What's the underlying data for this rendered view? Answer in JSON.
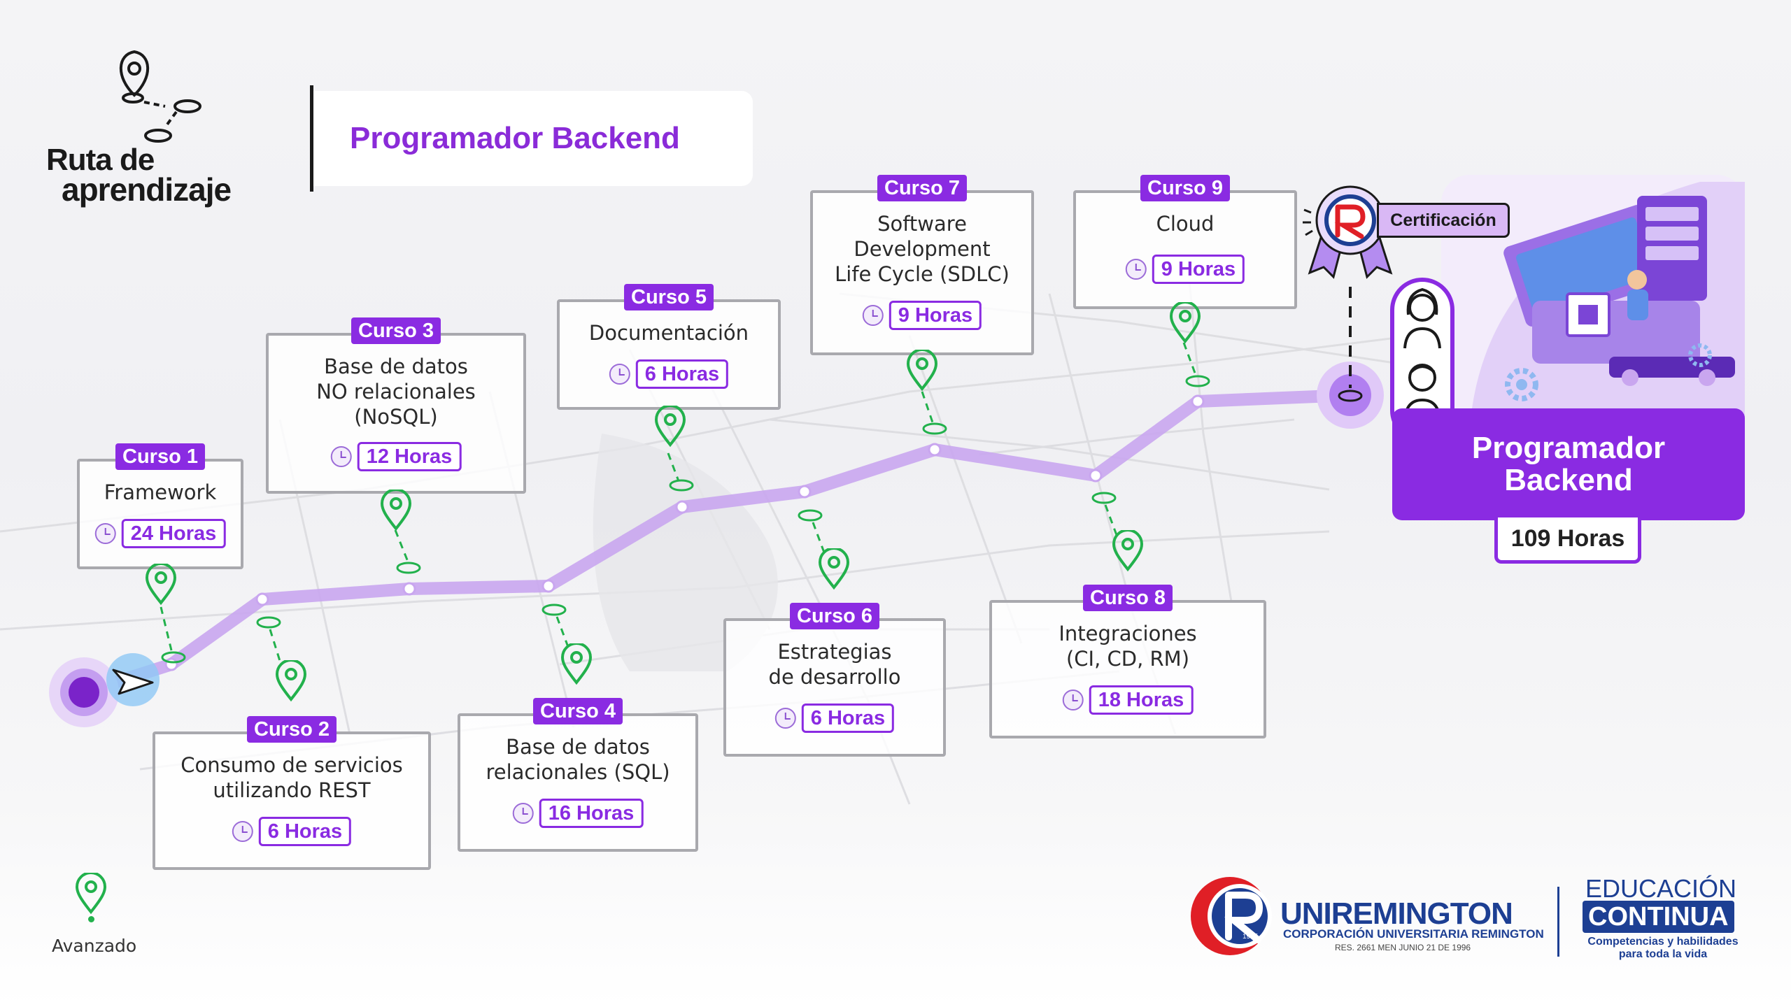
{
  "header": {
    "logo_line1": "Ruta de",
    "logo_line2": "aprendizaje",
    "title": "Programador Backend"
  },
  "courses": [
    {
      "tag": "Curso 1",
      "name": "Framework",
      "hours": "24 Horas"
    },
    {
      "tag": "Curso 2",
      "name": "Consumo de servicios\nutilizando REST",
      "hours": "6 Horas"
    },
    {
      "tag": "Curso 3",
      "name": "Base de datos\nNO relacionales\n(NoSQL)",
      "hours": "12 Horas"
    },
    {
      "tag": "Curso 4",
      "name": "Base de datos\nrelacionales (SQL)",
      "hours": "16 Horas"
    },
    {
      "tag": "Curso 5",
      "name": "Documentación",
      "hours": "6 Horas"
    },
    {
      "tag": "Curso 6",
      "name": "Estrategias\nde desarrollo",
      "hours": "6 Horas"
    },
    {
      "tag": "Curso 7",
      "name": "Software\nDevelopment\nLife Cycle (SDLC)",
      "hours": "9 Horas"
    },
    {
      "tag": "Curso 8",
      "name": "Integraciones\n(CI, CD, RM)",
      "hours": "18 Horas"
    },
    {
      "tag": "Curso 9",
      "name": "Cloud",
      "hours": "9 Horas"
    }
  ],
  "certification": {
    "label": "Certificación"
  },
  "final": {
    "title_line1": "Programador",
    "title_line2": "Backend",
    "hours": "109 Horas"
  },
  "legend": {
    "label": "Avanzado"
  },
  "branding": {
    "university": "UNIREMINGTON",
    "university_sub": "CORPORACIÓN UNIVERSITARIA REMINGTON",
    "university_res": "RES. 2661 MEN JUNIO 21 DE 1996",
    "seal_year": "1915",
    "edu_line1": "EDUCACIÓN",
    "edu_line2": "CONTINUA",
    "edu_tagline1": "Competencias y habilidades",
    "edu_tagline2": "para toda la vida"
  },
  "colors": {
    "accent": "#8a2be2",
    "pin": "#22b14c",
    "path": "#c9a6ef",
    "brand_blue": "#1d3f93",
    "brand_red": "#e01f26"
  },
  "icons": [
    "map-pin-icon",
    "clock-icon",
    "paper-plane-icon",
    "ribbon-badge-icon",
    "woman-avatar-icon",
    "man-avatar-icon",
    "gear-icon",
    "pencil-icon"
  ]
}
